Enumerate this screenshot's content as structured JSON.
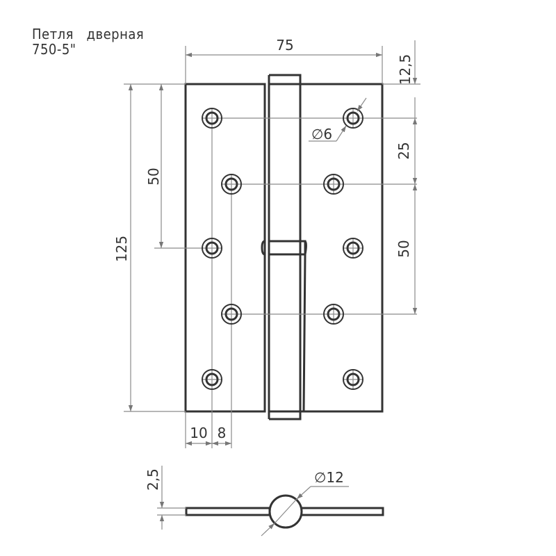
{
  "title": {
    "line1": "Петля   дверная",
    "line2": "750-5\""
  },
  "dimensions": {
    "width_total": "75",
    "top_offset": "12,5",
    "hole_diameter": "∅6",
    "vertical_spacing_right_1": "25",
    "vertical_spacing_right_2": "50",
    "vertical_spacing_left": "50",
    "height_total": "125",
    "edge_offset": "10",
    "column_offset": "8",
    "thickness": "2,5",
    "knuckle_diameter": "∅12"
  },
  "colors": {
    "outline": "#333333",
    "dimension_lines": "#8a8a8a",
    "background": "#ffffff"
  }
}
